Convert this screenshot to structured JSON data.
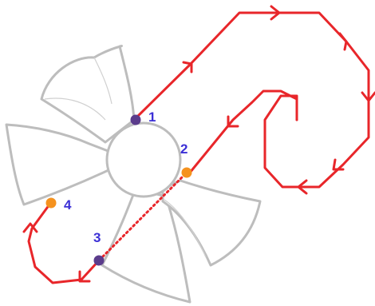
{
  "colors": {
    "background": "#ffffff",
    "petal_fill": "#ffffff",
    "petal_stroke": "#bdbdbd",
    "petal_crease": "#d0d0d0",
    "path": "#e8262a",
    "dot_purple": "#5b3c8c",
    "dot_orange": "#f5921e",
    "label_blue": "#3b2fd6"
  },
  "markers": [
    {
      "id": "1",
      "label": "1",
      "dot": "purple"
    },
    {
      "id": "2",
      "label": "2",
      "dot": "orange"
    },
    {
      "id": "3",
      "label": "3",
      "dot": "purple"
    },
    {
      "id": "4",
      "label": "4",
      "dot": "orange"
    }
  ]
}
